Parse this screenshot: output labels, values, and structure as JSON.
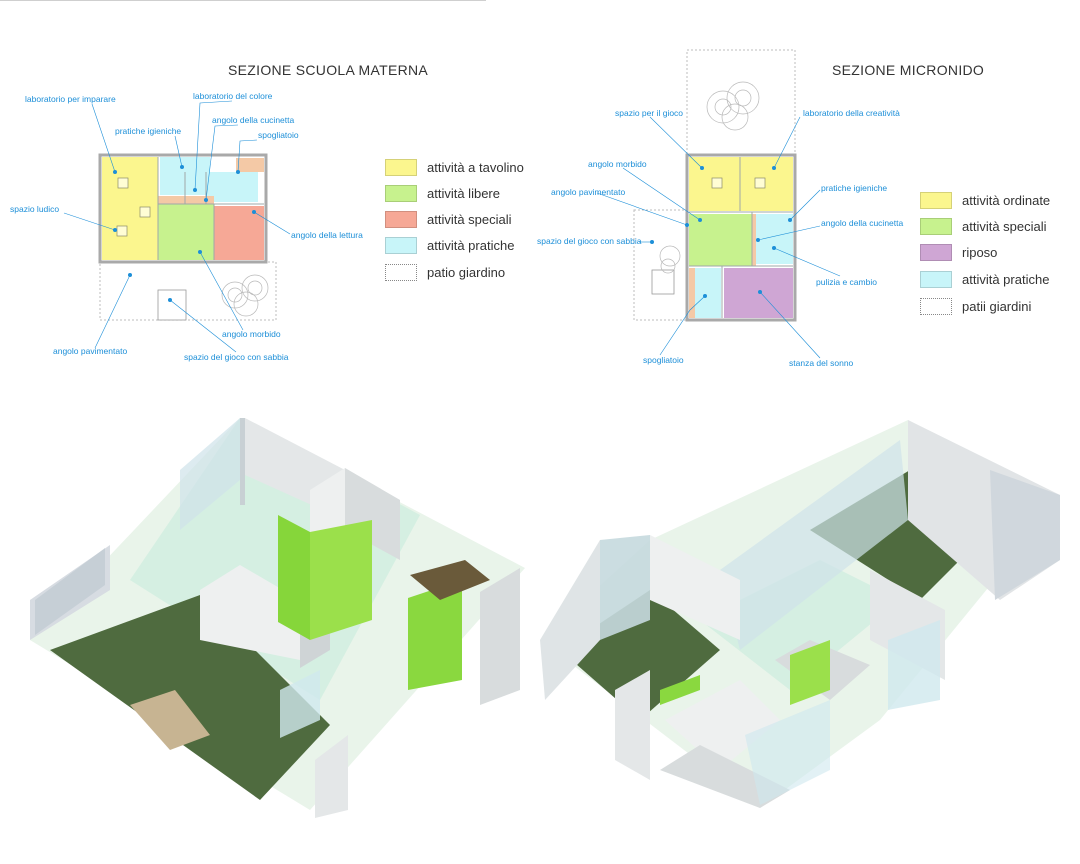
{
  "materna": {
    "title": "SEZIONE SCUOLA MATERNA",
    "annotations": {
      "laboratorio_imparare": "laboratorio per imparare",
      "laboratorio_colore": "laboratorio del colore",
      "pratiche_igieniche": "pratiche igieniche",
      "angolo_cucinetta": "angolo della cucinetta",
      "spogliatoio": "spogliatoio",
      "spazio_ludico": "spazio ludico",
      "angolo_lettura": "angolo della lettura",
      "angolo_morbido": "angolo morbido",
      "angolo_pavimentato": "angolo pavimentato",
      "spazio_gioco_sabbia": "spazio del gioco con sabbia"
    },
    "legend": [
      {
        "label": "attività a tavolino",
        "color": "#fbf68e"
      },
      {
        "label": "attività libere",
        "color": "#c7f28e"
      },
      {
        "label": "attività speciali",
        "color": "#f6a896"
      },
      {
        "label": "attività pratiche",
        "color": "#c8f5f9"
      },
      {
        "label": "patio giardino",
        "color": "dotted"
      }
    ]
  },
  "micronido": {
    "title": "SEZIONE MICRONIDO",
    "annotations": {
      "spazio_gioco": "spazio per il gioco",
      "laboratorio_creativita": "laboratorio della creatività",
      "angolo_morbido": "angolo morbido",
      "angolo_pavimentato": "angolo pavimentato",
      "pratiche_igieniche": "pratiche igieniche",
      "angolo_cucinetta": "angolo della cucinetta",
      "spazio_gioco_sabbia": "spazio del gioco con sabbia",
      "pulizia_cambio": "pulizia e cambio",
      "spogliatoio": "spogliatoio",
      "stanza_sonno": "stanza del sonno"
    },
    "legend": [
      {
        "label": "attività ordinate",
        "color": "#fbf68e"
      },
      {
        "label": "attività speciali",
        "color": "#c7f28e"
      },
      {
        "label": "riposo",
        "color": "#cfa6d4"
      },
      {
        "label": "attività pratiche",
        "color": "#c8f5f9"
      },
      {
        "label": "patii giardini",
        "color": "dotted"
      }
    ]
  }
}
